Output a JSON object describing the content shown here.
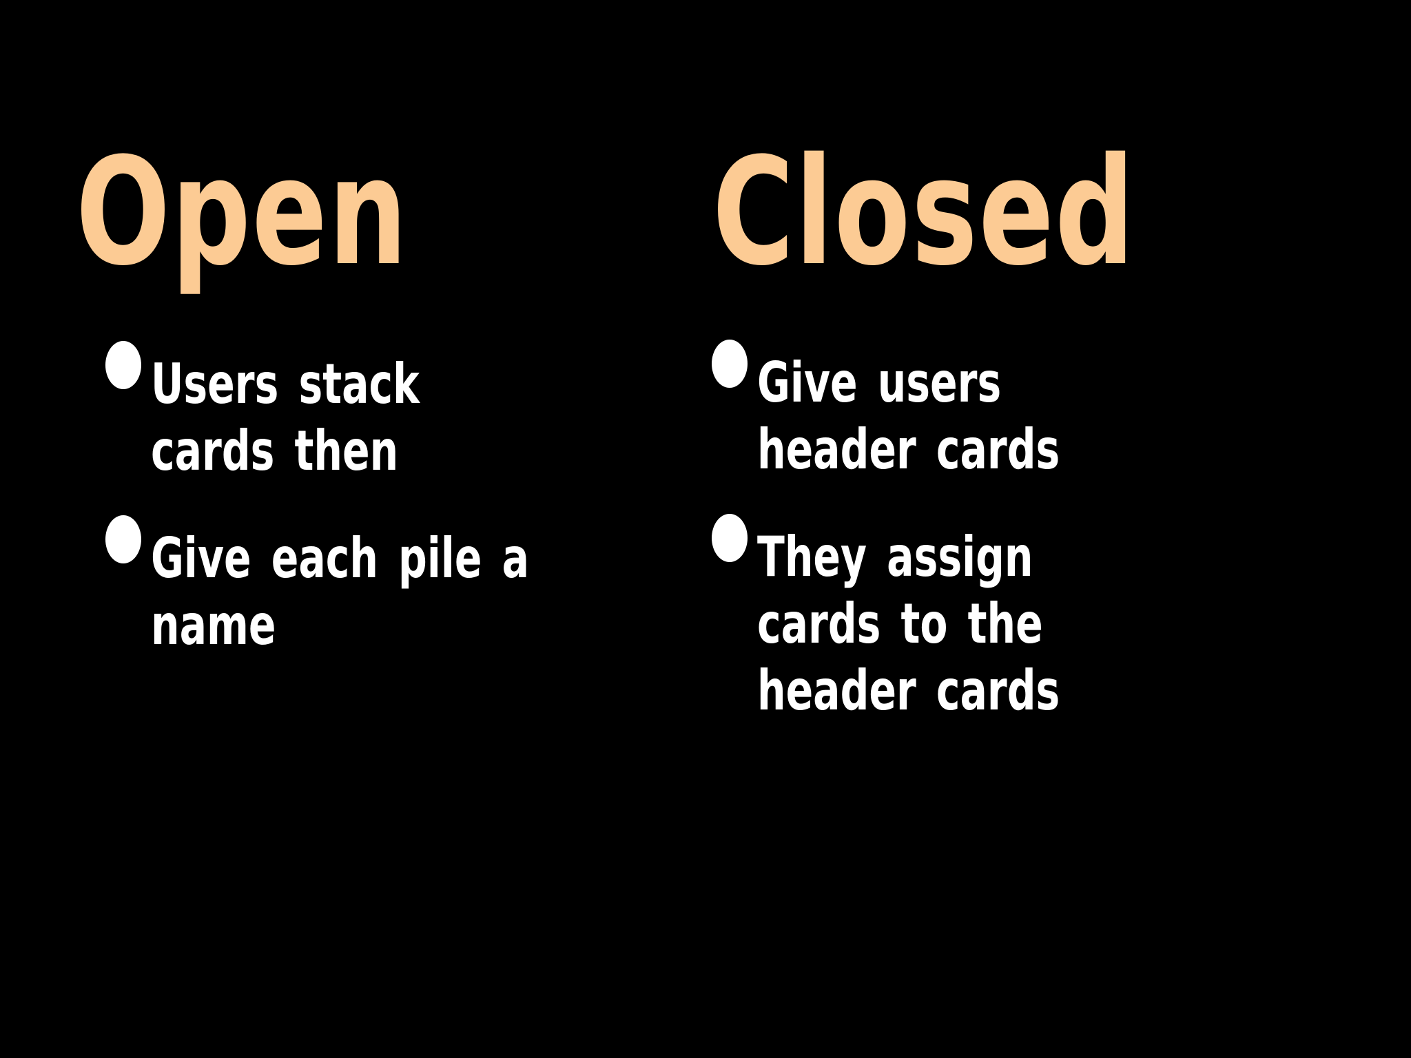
{
  "slide": {
    "background_color": "#000000",
    "heading_color": "#FCCB94",
    "body_color": "#FFFFFF",
    "columns": [
      {
        "heading": "Open",
        "bullets": [
          "Users stack\ncards then",
          "Give each pile a\nname"
        ]
      },
      {
        "heading": "Closed",
        "bullets": [
          "Give users\nheader cards",
          "They assign\ncards to the\nheader cards"
        ]
      }
    ]
  }
}
